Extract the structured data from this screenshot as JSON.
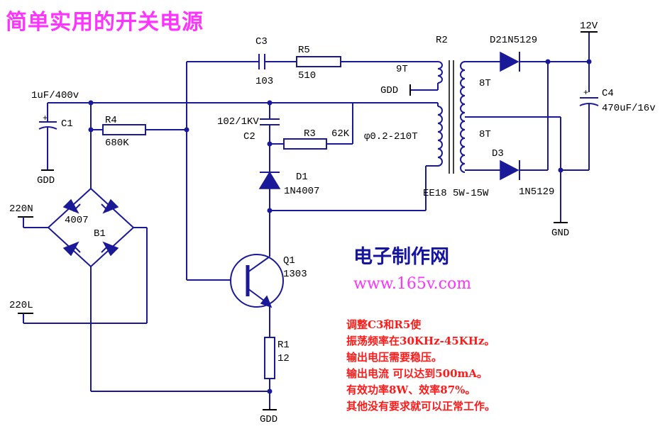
{
  "title": "简单实用的开关电源",
  "site": {
    "name": "电子制作网",
    "url": "www.165v.com"
  },
  "notes": [
    "调整C3和R5使",
    "振荡频率在30KHz-45KHz。",
    "输出电压需要稳压。",
    "输出电流 可以达到500mA。",
    "有效功率8W、效率87%。",
    "其他没有要求就可以正常工作。"
  ],
  "labels": {
    "c1_value": "1uF/400v",
    "c1": "C1",
    "gdd_c1": "GDD",
    "r4": "R4",
    "r4_value": "680K",
    "ac_n": "220N",
    "ac_l": "220L",
    "bridge_part": "4007",
    "bridge": "B1",
    "c3": "C3",
    "c3_value": "103",
    "r5": "R5",
    "r5_value": "510",
    "c2_value": "102/1KV",
    "c2": "C2",
    "r3": "R3",
    "r3_value": "62K",
    "d1": "D1",
    "d1_part": "1N4007",
    "q1": "Q1",
    "q1_part": "1303",
    "r1": "R1",
    "r1_value": "12",
    "gdd_bottom": "GDD",
    "r2": "R2",
    "turns_9t": "9T",
    "gdd_fb": "GDD",
    "wire_spec": "φ0.2-210T",
    "core": "EE18 5W-15W",
    "turns_8t_a": "8T",
    "turns_8t_b": "8T",
    "d2": "D21N5129",
    "d3": "D3",
    "d3_part": "1N5129",
    "vout": "12V",
    "c4": "C4",
    "c4_value": "470uF/16v",
    "gnd": "GND"
  }
}
